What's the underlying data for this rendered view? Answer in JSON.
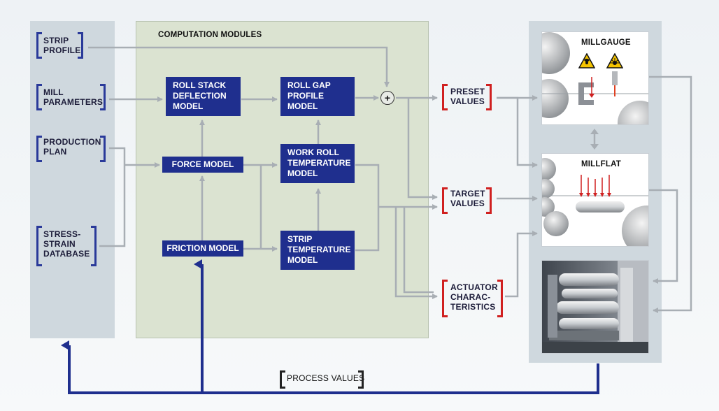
{
  "inputs": {
    "strip_profile": "STRIP\nPROFILE",
    "mill_parameters": "MILL\nPARAMETERS",
    "production_plan": "PRODUCTION\nPLAN",
    "stress_strain_db": "STRESS-\nSTRAIN\nDATABASE"
  },
  "computation": {
    "title": "COMPUTATION MODULES",
    "roll_stack": "ROLL STACK\nDEFLECTION\nMODEL",
    "roll_gap": "ROLL GAP\nPROFILE\nMODEL",
    "force": "FORCE MODEL",
    "work_roll_temp": "WORK ROLL\nTEMPERATURE\nMODEL",
    "friction": "FRICTION MODEL",
    "strip_temp": "STRIP\nTEMPERATURE\nMODEL",
    "sum_symbol": "+"
  },
  "outputs": {
    "preset": "PRESET\nVALUES",
    "target": "TARGET\nVALUES",
    "actuator": "ACTUATOR\nCHARAC-\nTERISTICS"
  },
  "mill": {
    "millgauge": "MILLGAUGE",
    "millflat": "MILLFLAT"
  },
  "feedback": {
    "process_values": "PROCESS VALUES"
  },
  "colors": {
    "panel_input": "#cfd8de",
    "panel_compute": "#dbe3d1",
    "model_box": "#1f2f8e",
    "blue_bracket": "#2a3a9a",
    "red_bracket": "#d02020",
    "arrow_gray": "#a8aeb4",
    "feedback_blue": "#1f2f8e"
  }
}
